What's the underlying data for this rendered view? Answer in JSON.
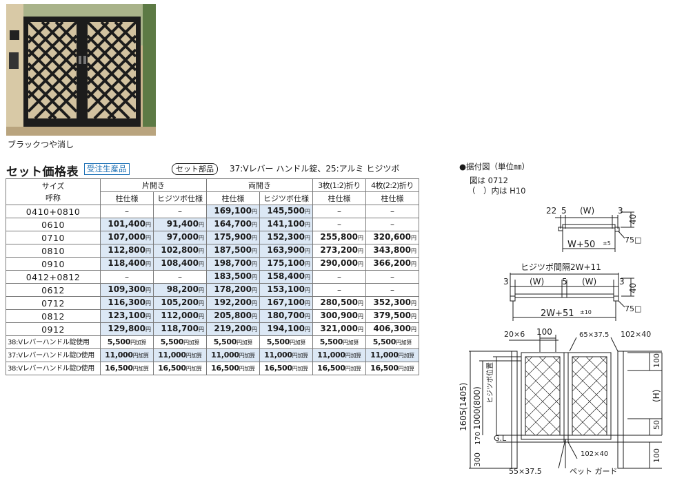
{
  "caption": "ブラックつや消し",
  "heading": "セット価格表",
  "tag": "受注生産品",
  "parts_pill": "セット部品",
  "parts_text": "37:Vレバー ハンドル錠、25:アルミ ヒジツボ",
  "table": {
    "size_label": "サイズ",
    "size_sub": "呼称",
    "groups": [
      "片開き",
      "両開き",
      "3枚(1:2)折り",
      "4枚(2:2)折り"
    ],
    "subheads": [
      "柱仕様",
      "ヒジツボ仕様",
      "柱仕様",
      "ヒジツボ仕様",
      "柱仕様",
      "柱仕様"
    ],
    "unit": "円",
    "rows": [
      {
        "size": "0410+0810",
        "c": [
          "–",
          "–",
          "169,100",
          "145,500",
          "–",
          "–"
        ]
      },
      {
        "size": "0610",
        "c": [
          "101,400",
          "91,400",
          "164,700",
          "141,100",
          "–",
          "–"
        ]
      },
      {
        "size": "0710",
        "c": [
          "107,000",
          "97,000",
          "175,900",
          "152,300",
          "255,800",
          "320,600"
        ]
      },
      {
        "size": "0810",
        "c": [
          "112,800",
          "102,800",
          "187,500",
          "163,900",
          "273,200",
          "343,800"
        ]
      },
      {
        "size": "0910",
        "c": [
          "118,400",
          "108,400",
          "198,700",
          "175,100",
          "290,000",
          "366,200"
        ]
      },
      {
        "size": "0412+0812",
        "c": [
          "–",
          "–",
          "183,500",
          "158,400",
          "–",
          "–"
        ]
      },
      {
        "size": "0612",
        "c": [
          "109,300",
          "98,200",
          "178,200",
          "153,100",
          "–",
          "–"
        ]
      },
      {
        "size": "0712",
        "c": [
          "116,300",
          "105,200",
          "192,200",
          "167,100",
          "280,500",
          "352,300"
        ]
      },
      {
        "size": "0812",
        "c": [
          "123,100",
          "112,000",
          "205,800",
          "180,700",
          "300,900",
          "379,500"
        ]
      },
      {
        "size": "0912",
        "c": [
          "129,800",
          "118,700",
          "219,200",
          "194,100",
          "321,000",
          "406,300"
        ]
      }
    ],
    "option_unit": "円加算",
    "options": [
      {
        "label": "38:Vレバーハンドル錠使用",
        "v": [
          "5,500",
          "5,500",
          "5,500",
          "5,500",
          "5,500",
          "5,500"
        ]
      },
      {
        "label": "37:Vレバーハンドル錠D使用",
        "v": [
          "11,000",
          "11,000",
          "11,000",
          "11,000",
          "11,000",
          "11,000"
        ]
      },
      {
        "label": "38:Vレバーハンドル錠D使用",
        "v": [
          "16,500",
          "16,500",
          "16,500",
          "16,500",
          "16,500",
          "16,500"
        ]
      }
    ]
  },
  "diagram": {
    "title": "●据付図（単位㎜）",
    "note1": "図は 0712",
    "note2": "（　）内は H10",
    "top": {
      "d22": "22",
      "d5": "5",
      "dW": "(W)",
      "d3": "3",
      "d40": "40",
      "wplus": "W+50",
      "wtol": "±5",
      "sq": "75□"
    },
    "mid": {
      "pitch": "ヒジツボ間隔2W+11",
      "d3a": "3",
      "dWa": "(W)",
      "d5": "5",
      "dWb": "(W)",
      "d3b": "3",
      "d40": "40",
      "total": "2W+51",
      "tol": "±10",
      "sq": "75□"
    },
    "front": {
      "d20x6": "20×6",
      "d100t": "100",
      "d65": "65×37.5",
      "d102a": "102×40",
      "d100r": "100",
      "dH": "(H)",
      "d50": "50",
      "d100b": "100",
      "d1605": "1605(1405)",
      "d1000": "1000(800)",
      "hinge": "ヒジツボ位置",
      "d300": "300",
      "d170": "170",
      "gl": "G.L",
      "d102b": "102×40",
      "d55": "55×37.5",
      "pet": "ペット ガード"
    }
  }
}
